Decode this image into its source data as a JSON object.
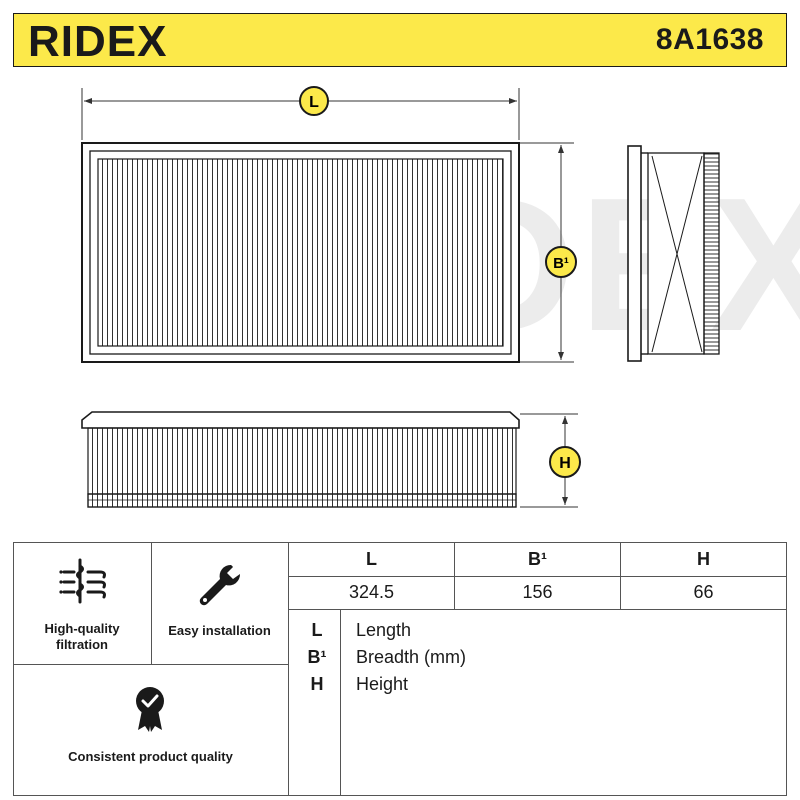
{
  "header": {
    "brand": "RIDEX",
    "part_number": "8A1638"
  },
  "drawing": {
    "label_L": "L",
    "label_B": "B¹",
    "label_H": "H",
    "watermark": "RIDEX"
  },
  "features": [
    {
      "label_line1": "High-quality",
      "label_line2": "filtration",
      "icon": "filtration-icon"
    },
    {
      "label_line1": "Easy installation",
      "label_line2": "",
      "icon": "wrench-icon"
    },
    {
      "label_line1": "Consistent product quality",
      "label_line2": "",
      "icon": "quality-badge-icon"
    }
  ],
  "dimensions": {
    "headers": [
      "L",
      "B¹",
      "H"
    ],
    "values": [
      "324.5",
      "156",
      "66"
    ]
  },
  "legend": [
    {
      "key": "L",
      "text": "Length"
    },
    {
      "key": "B¹",
      "text": "Breadth (mm)"
    },
    {
      "key": "H",
      "text": "Height"
    }
  ],
  "colors": {
    "accent": "#fce94a",
    "line": "#1a1a1a",
    "grid": "#555555"
  }
}
